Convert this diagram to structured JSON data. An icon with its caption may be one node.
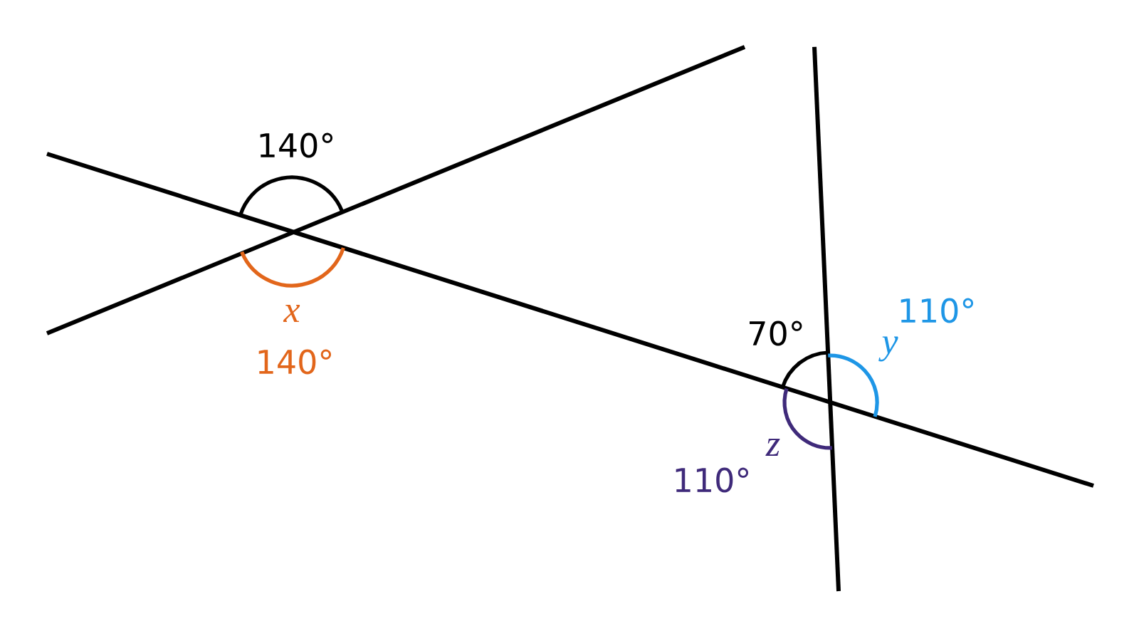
{
  "diagram": {
    "labels": [
      "140°",
      "x",
      "140°",
      "70°",
      "110°",
      "y",
      "z",
      "110°"
    ]
  }
}
